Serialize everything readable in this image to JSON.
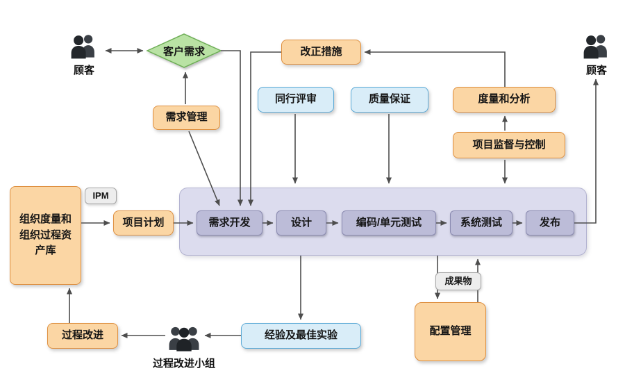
{
  "diagram": {
    "actors": {
      "customer_left": "顾客",
      "customer_right": "顾客",
      "process_improvement_team": "过程改进小组"
    },
    "nodes": {
      "customer_requirements": "客户需求",
      "corrective_action": "改正措施",
      "requirements_management": "需求管理",
      "peer_review": "同行评审",
      "quality_assurance": "质量保证",
      "measurement_analysis": "度量和分析",
      "project_monitoring_control": "项目监督与控制",
      "org_assets": "组织度量和组织过程资产库",
      "ipm": "IPM",
      "project_plan": "项目计划",
      "requirements_development": "需求开发",
      "design": "设计",
      "coding_unit_test": "编码/单元测试",
      "system_test": "系统测试",
      "release": "发布",
      "deliverable": "成果物",
      "config_management": "配置管理",
      "best_practice": "经验及最佳实验",
      "process_improvement": "过程改进"
    },
    "colors": {
      "orange_fill": "#FBD6A4",
      "orange_border": "#DE8F3F",
      "blue_fill": "#D9EDF8",
      "blue_border": "#5AA9D6",
      "green_fill": "#B9E2A4",
      "green_border": "#6EAE57",
      "band_fill": "#DCDCEE",
      "band_border": "#B2B2D0",
      "process_fill": "#BCBCD8",
      "process_border": "#8A8AB0",
      "gray_fill": "#EDEDED",
      "gray_border": "#A5A5A5",
      "line": "#4D4D4D",
      "icon": "#33363B"
    }
  }
}
